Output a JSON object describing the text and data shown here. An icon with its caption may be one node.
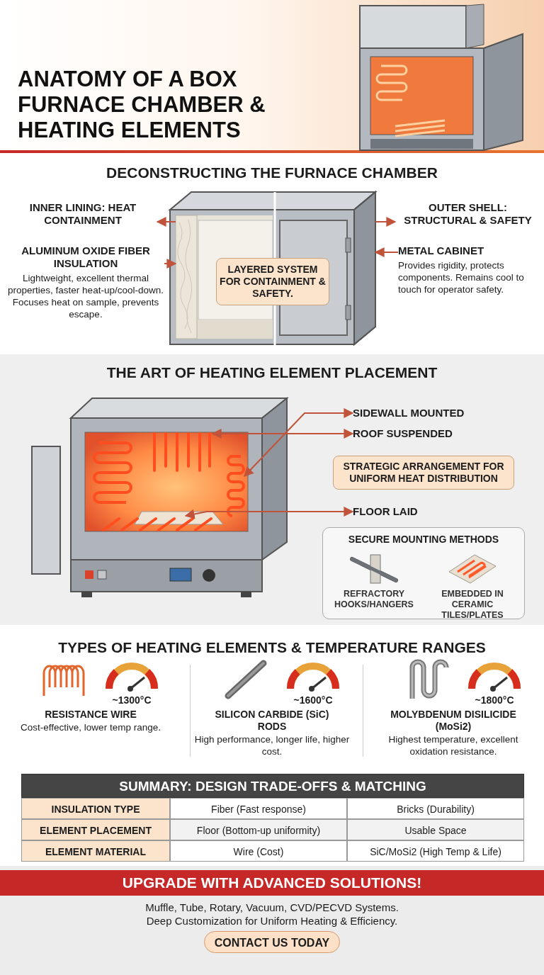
{
  "diagram": {
    "title": "ANATOMY OF A BOX FURNACE CHAMBER & HEATING ELEMENTS",
    "nodes": [
      {
        "text": [
          "INNER LINING: HEAT CONTAINMENT"
        ]
      },
      {
        "text": [
          "ALUMINUM OXIDE FIBER INSULATION",
          "Lightweight, excellent thermal properties, faster heat-up/cool-down. Focuses heat on sample, prevents escape."
        ]
      },
      {
        "text": [
          "OUTER SHELL: STRUCTURAL & SAFETY"
        ]
      },
      {
        "text": [
          "METAL CABINET",
          "Provides rigidity, protects components. Remains cool to touch for operator safety."
        ]
      },
      {
        "text": [],
        "shape": "picture"
      },
      {
        "text": [],
        "shape": "picture"
      },
      {
        "text": [
          "LAYERED SYSTEM FOR CONTAINMENT & SAFETY."
        ]
      },
      {
        "text": [
          "SIDEWALL MOUNTED"
        ]
      },
      {
        "text": [
          "ROOF SUSPENDED"
        ]
      },
      {
        "text": [
          "FLOOR LAID"
        ]
      },
      {
        "text": [],
        "shape": "picture"
      },
      {
        "text": [],
        "shape": "picture"
      },
      {
        "text": [],
        "shape": "picture"
      },
      {
        "text": [
          "STRATEGIC ARRANGEMENT FOR UNIFORM HEAT DISTRIBUTION"
        ]
      },
      {
        "text": [
          "SECURE MOUNTING METHODS"
        ]
      },
      {
        "text": [
          "REFRACTORY HOOKS/HANGERS"
        ],
        "in": 14
      },
      {
        "text": [
          "EMBEDDED IN CERAMIC TILES/PLATES"
        ],
        "in": 14
      },
      {
        "text": [
          "UPGRADE WITH ADVANCED SOLUTIONS!"
        ]
      },
      {
        "text": [
          "CONTACT US TODAY"
        ]
      }
    ],
    "edges": [
      {
        "from": 4,
        "to": 0,
        "arrow": "to"
      },
      {
        "from": 1,
        "to": 4,
        "arrow": "to"
      },
      {
        "from": 5,
        "to": 2,
        "arrow": "to"
      },
      {
        "from": 3,
        "to": 5,
        "arrow": "to"
      },
      {
        "from": 10,
        "to": 7,
        "arrow": "both"
      },
      {
        "from": 11,
        "to": 8,
        "arrow": "both"
      },
      {
        "from": 12,
        "to": 9,
        "arrow": "both"
      }
    ],
    "labels": [
      "DECONSTRUCTING THE FURNACE CHAMBER",
      "THE ART OF HEATING ELEMENT PLACEMENT",
      "TYPES OF HEATING ELEMENTS & TEMPERATURE RANGES",
      "~1300°C",
      "RESISTANCE WIRE",
      "Cost-effective, lower temp range.",
      "~1600°C",
      "SILICON CARBIDE (SiC) RODS",
      "High performance, longer life, higher cost.",
      "~1800°C",
      "MOLYBDENUM DISILICIDE (MoSi2)",
      "Highest temperature, excellent oxidation resistance.",
      "SUMMARY: DESIGN TRADE-OFFS & MATCHING",
      "INSULATION TYPE",
      "Fiber (Fast response)",
      "Bricks (Durability)",
      "ELEMENT PLACEMENT",
      "Floor (Bottom-up uniformity)",
      "Usable Space",
      "ELEMENT MATERIAL",
      "Wire (Cost)",
      "SiC/MoSi2 (High Temp & Life)",
      "Muffle, Tube, Rotary, Vacuum, CVD/PECVD Systems.",
      "Deep Customization for Uniform Heating & Efficiency."
    ]
  }
}
